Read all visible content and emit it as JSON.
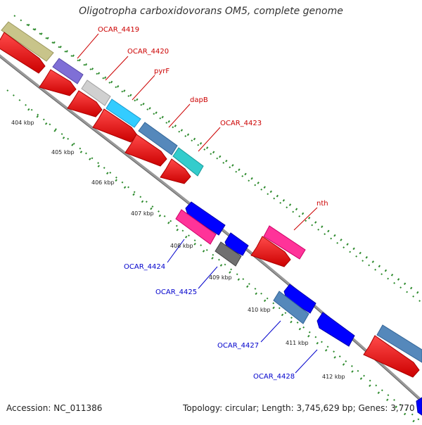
{
  "title": "Oligotropha carboxidovorans OM5, complete genome",
  "accession": "Accession: NC_011386",
  "summary": "Topology: circular; Length: 3,745,629 bp; Genes: 3,770",
  "tick_labels": [
    "404 kbp",
    "405 kbp",
    "406 kbp",
    "407 kbp",
    "408 kbp",
    "409 kbp",
    "410 kbp",
    "411 kbp",
    "412 kbp"
  ],
  "colors": {
    "cds_red": "#ff0000",
    "label_red": "#cc0000",
    "label_blue": "#0000cc",
    "backbone": "#999999",
    "tick_green": "#2e8b2e",
    "olive": "#c8c48a",
    "slate_purple": "#7f6fd6",
    "light_gray": "#d0d0d0",
    "sky_blue": "#33ccff",
    "steel_blue": "#5588bb",
    "teal": "#33cccc",
    "pink": "#ff3399",
    "dark_gray": "#707070",
    "blue": "#0000ff"
  },
  "genes": [
    {
      "name": "OCAR_4419",
      "strand": "forward",
      "color": "#c8c48a"
    },
    {
      "name": "OCAR_4420",
      "strand": "forward",
      "color": "#7f6fd6"
    },
    {
      "name": "pyrF",
      "strand": "forward",
      "color": "#d0d0d0"
    },
    {
      "name": "dapB",
      "strand": "forward",
      "color": "#33ccff"
    },
    {
      "name": "OCAR_4423",
      "strand": "forward",
      "color": "#5588bb"
    },
    {
      "name": "nth",
      "strand": "forward",
      "color": "#ff3399"
    },
    {
      "name": "OCAR_4424",
      "strand": "reverse",
      "color": "#ff3399"
    },
    {
      "name": "OCAR_4425",
      "strand": "reverse",
      "color": "#707070"
    },
    {
      "name": "OCAR_4427",
      "strand": "reverse",
      "color": "#5588bb"
    },
    {
      "name": "OCAR_4428",
      "strand": "reverse",
      "color": "#0000ff"
    }
  ]
}
